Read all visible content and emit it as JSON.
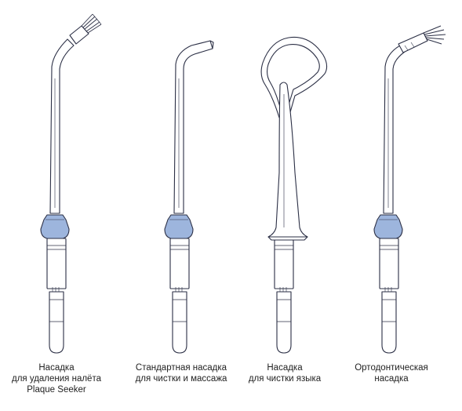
{
  "tips": [
    {
      "id": "plaque-seeker",
      "caption_lines": [
        "Насадка",
        "для удаления налёта",
        "Plaque Seeker"
      ]
    },
    {
      "id": "standard",
      "caption_lines": [
        "Стандартная насадка",
        "для чистки и массажа"
      ]
    },
    {
      "id": "tongue",
      "caption_lines": [
        "Насадка",
        "для чистки языка"
      ]
    },
    {
      "id": "orthodontic",
      "caption_lines": [
        "Ортодонтическая",
        "насадка"
      ]
    }
  ],
  "colors": {
    "line": "#2b2f45",
    "collar": "#9db5dd",
    "fill": "#ffffff"
  }
}
